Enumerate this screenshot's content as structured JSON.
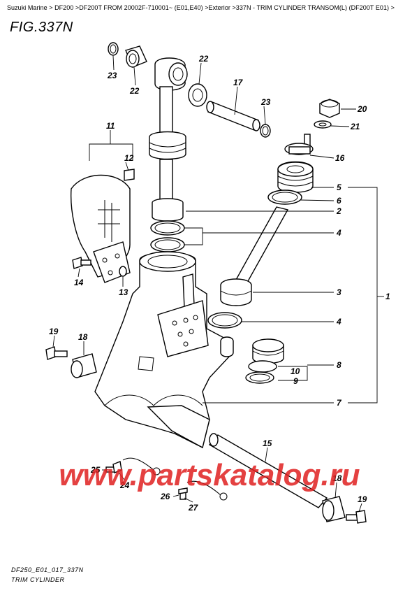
{
  "breadcrumb": "Suzuki Marine > DF200 >DF200T FROM 20002F-710001~ (E01,E40) >Exterior >337N - TRIM CYLINDER TRANSOM(L) (DF200T E01) >",
  "figure_title": "FIG.337N",
  "footer_code": "DF250_E01_017_337N",
  "footer_caption": "TRIM CYLINDER",
  "watermark": "www.partskatalog.ru",
  "callouts": {
    "c23a": "23",
    "c22a": "22",
    "c22b": "22",
    "c17": "17",
    "c23b": "23",
    "c20": "20",
    "c21": "21",
    "c16": "16",
    "c11": "11",
    "c12": "12",
    "c5": "5",
    "c6": "6",
    "c2": "2",
    "c4a": "4",
    "c14": "14",
    "c13": "13",
    "c3": "3",
    "c1": "1",
    "c4b": "4",
    "c19a": "19",
    "c18a": "18",
    "c10": "10",
    "c8": "8",
    "c9": "9",
    "c7": "7",
    "c15": "15",
    "c25": "25",
    "c24": "24",
    "c18b": "18",
    "c26": "26",
    "c27": "27",
    "c19b": "19"
  }
}
